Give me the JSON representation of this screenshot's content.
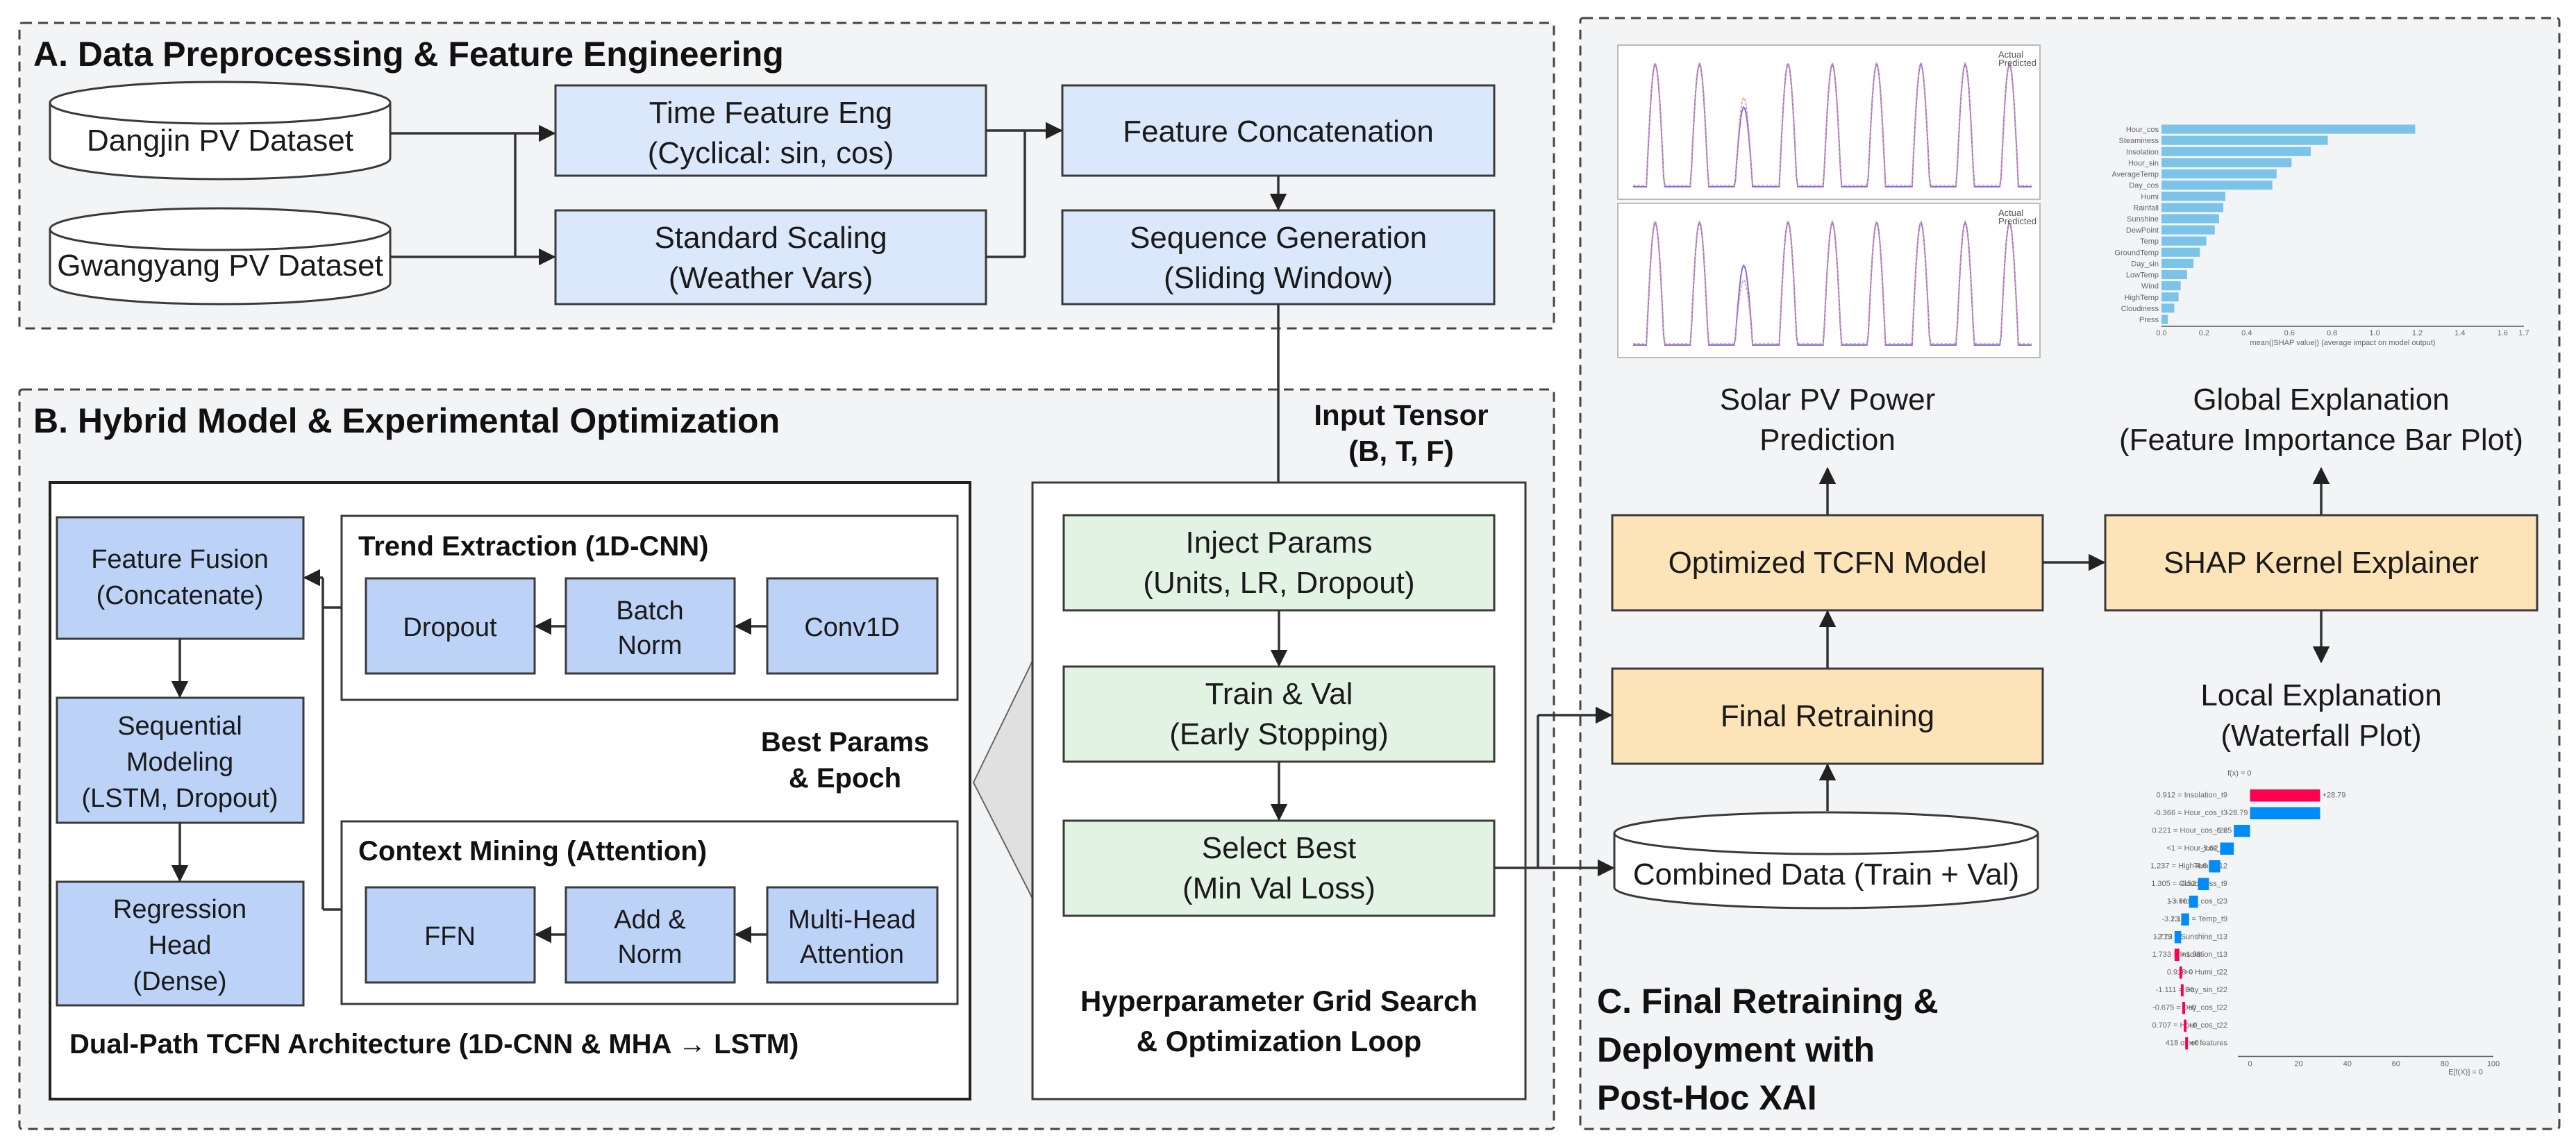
{
  "panel_a": {
    "title": "A. Data Preprocessing & Feature Engineering",
    "dataset_dangjin": "Dangjin PV Dataset",
    "dataset_gwangyang": "Gwangyang PV Dataset",
    "time_feature_l1": "Time Feature Eng",
    "time_feature_l2": "(Cyclical: sin, cos)",
    "scaling_l1": "Standard Scaling",
    "scaling_l2": "(Weather Vars)",
    "concat": "Feature Concatenation",
    "seqgen_l1": "Sequence Generation",
    "seqgen_l2": "(Sliding Window)"
  },
  "panel_b": {
    "title": "B. Hybrid Model & Experimental Optimization",
    "input_tensor_l1": "Input Tensor",
    "input_tensor_l2": "(B, T, F)",
    "fusion_l1": "Feature Fusion",
    "fusion_l2": "(Concatenate)",
    "seqmod_l1": "Sequential",
    "seqmod_l2": "Modeling",
    "seqmod_l3": "(LSTM, Dropout)",
    "regression_l1": "Regression",
    "regression_l2": "Head",
    "regression_l3": "(Dense)",
    "trend_title": "Trend Extraction (1D-CNN)",
    "dropout": "Dropout",
    "batchnorm_l1": "Batch",
    "batchnorm_l2": "Norm",
    "conv1d": "Conv1D",
    "context_title": "Context Mining (Attention)",
    "ffn": "FFN",
    "addnorm_l1": "Add &",
    "addnorm_l2": "Norm",
    "mha_l1": "Multi-Head",
    "mha_l2": "Attention",
    "best_params_l1": "Best Params",
    "best_params_l2": "& Epoch",
    "architecture_caption": "Dual-Path TCFN Architecture (1D-CNN & MHA → LSTM)",
    "inject_l1": "Inject Params",
    "inject_l2": "(Units, LR, Dropout)",
    "train_l1": "Train & Val",
    "train_l2": "(Early Stopping)",
    "select_l1": "Select Best",
    "select_l2": "(Min Val Loss)",
    "grid_caption_l1": "Hyperparameter Grid Search",
    "grid_caption_l2": "& Optimization Loop"
  },
  "panel_c": {
    "title_l1": "C. Final Retraining &",
    "title_l2": "Deployment with",
    "title_l3": "Post-Hoc XAI",
    "prediction_l1": "Solar PV Power",
    "prediction_l2": "Prediction",
    "global_l1": "Global Explanation",
    "global_l2": "(Feature Importance Bar Plot)",
    "optimized_model": "Optimized TCFN Model",
    "shap": "SHAP Kernel Explainer",
    "local_l1": "Local Explanation",
    "local_l2": "(Waterfall Plot)",
    "final_retraining": "Final Retraining",
    "combined_data": "Combined Data (Train + Val)"
  },
  "thumbnails": {
    "line_legend": [
      "Actual",
      "Predicted"
    ],
    "bar_features": [
      "Hour_cos",
      "Steaminess",
      "Insolation",
      "Hour_sin",
      "AverageTemp",
      "Day_cos",
      "Humi",
      "Rainfall",
      "Sunshine",
      "DewPoint",
      "Temp",
      "GroundTemp",
      "Day_sin",
      "LowTemp",
      "Wind",
      "HighTemp",
      "Cloudiness",
      "Press"
    ],
    "bar_values": [
      1.19,
      0.78,
      0.7,
      0.61,
      0.54,
      0.52,
      0.3,
      0.29,
      0.27,
      0.25,
      0.21,
      0.18,
      0.15,
      0.12,
      0.09,
      0.08,
      0.06,
      0.03
    ],
    "bar_axis_ticks": [
      "0.0",
      "0.2",
      "0.4",
      "0.6",
      "0.8",
      "1.0",
      "1.2",
      "1.4",
      "1.6",
      "1.7"
    ],
    "bar_xlabel": "mean(|SHAP value|) (average impact on model output)",
    "waterfall_header": "f(x) = 0",
    "waterfall_rows": [
      {
        "label": "0.912 = Insolation_t9",
        "value": "+28.79",
        "sign": 1
      },
      {
        "label": "-0.366 = Hour_cos_t3",
        "value": "-28.79",
        "sign": -1
      },
      {
        "label": "0.221 = Hour_cos_t22",
        "value": "-6.65",
        "sign": -1
      },
      {
        "label": "<1 = Hour_cos_t5",
        "value": "-5.62",
        "sign": -1
      },
      {
        "label": "1.237 = HighTemp_t12",
        "value": "-4.6",
        "sign": -1
      },
      {
        "label": "1.305 = Cloudiness_t9",
        "value": "-4.52",
        "sign": -1
      },
      {
        "label": "1 = Hour_cos_t23",
        "value": "-3.66",
        "sign": -1
      },
      {
        "label": "1.139 = Temp_t9",
        "value": "-3.23",
        "sign": -1
      },
      {
        "label": "1.719 = Sunshine_t13",
        "value": "-2.73",
        "sign": -1
      },
      {
        "label": "1.733 = Insolation_t13",
        "value": "+1.98",
        "sign": 1
      },
      {
        "label": "0.918 = Humi_t22",
        "value": "+0",
        "sign": 1
      },
      {
        "label": "-1.111 = Day_sin_t22",
        "value": "+0",
        "sign": 1
      },
      {
        "label": "-0.675 = Day_cos_t22",
        "value": "+0",
        "sign": 1
      },
      {
        "label": "0.707 = Hour_cos_t22",
        "value": "+0",
        "sign": 1
      },
      {
        "label": "418 other features",
        "value": "+0",
        "sign": 1
      }
    ],
    "waterfall_ticks": [
      "0",
      "20",
      "40",
      "60",
      "80",
      "100"
    ],
    "waterfall_xlabel": "E[f(X)] = 0"
  },
  "colors": {
    "blue_light": "#dbe7fa",
    "blue_dark": "#bcd2f7",
    "green": "#e2f3e3",
    "orange": "#fde3b8",
    "panel": "#f3f4f6",
    "shap_pos": "#ff0051",
    "shap_neg": "#008bfb",
    "bar": "#7cc3ea"
  }
}
